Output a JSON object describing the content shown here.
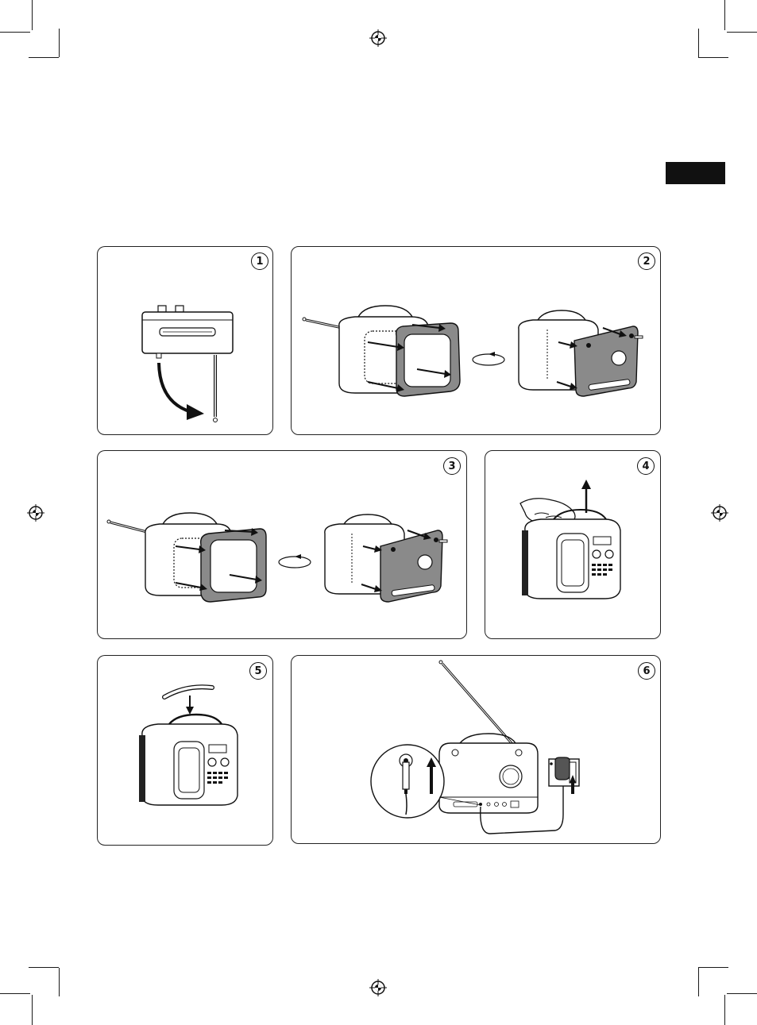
{
  "steps": [
    {
      "number": "1"
    },
    {
      "number": "2"
    },
    {
      "number": "3"
    },
    {
      "number": "4"
    },
    {
      "number": "5"
    },
    {
      "number": "6"
    }
  ],
  "colors": {
    "ink": "#1a1a1a",
    "panel_fill": "#8a8a8a",
    "background": "#ffffff"
  },
  "icons": [
    "registration-mark-icon",
    "rotate-arrow-icon",
    "move-arrow-icon",
    "hand-icon",
    "power-adapter-icon"
  ]
}
